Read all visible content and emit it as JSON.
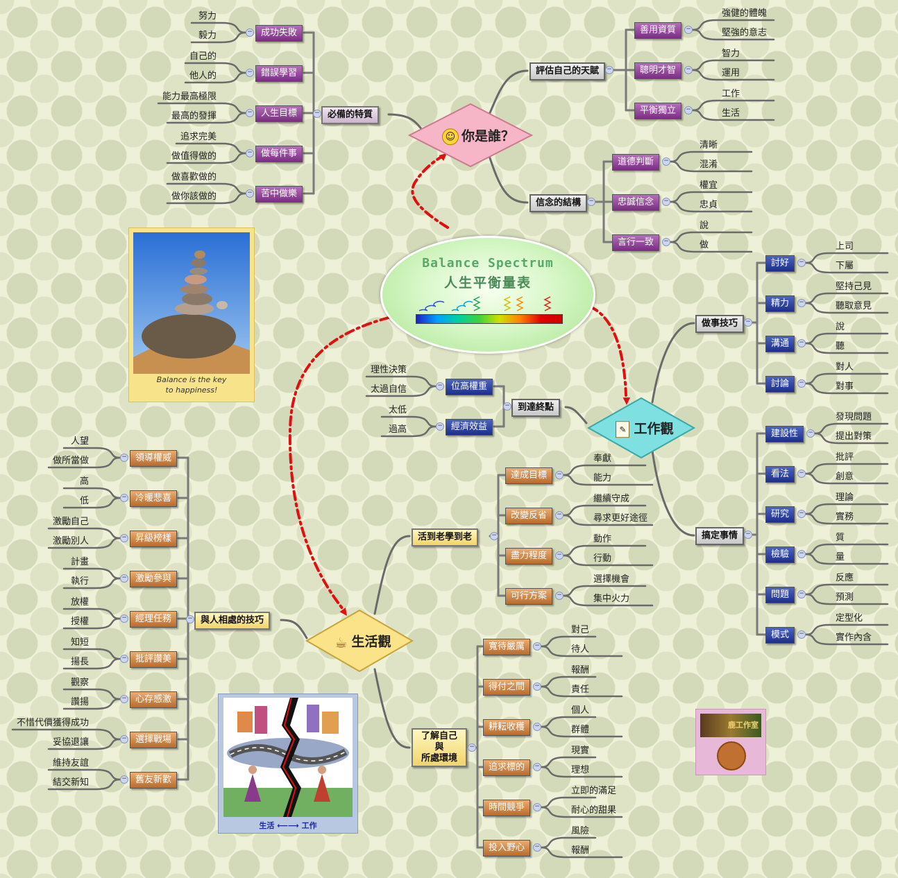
{
  "center": {
    "title_en": "Balance Spectrum",
    "title_zh": "人生平衡量表"
  },
  "main_nodes": {
    "who": "你是誰？",
    "work": "工作觀",
    "life": "生活觀"
  },
  "who": {
    "traits": {
      "label": "必備的特質",
      "groups": [
        {
          "label": "成功失敗",
          "leaves": [
            "努力",
            "毅力"
          ]
        },
        {
          "label": "錯誤學習",
          "leaves": [
            "自己的",
            "他人的"
          ]
        },
        {
          "label": "人生目標",
          "leaves": [
            "能力最高極限",
            "最高的發揮"
          ]
        },
        {
          "label": "做每件事",
          "leaves": [
            "追求完美",
            "做值得做的"
          ]
        },
        {
          "label": "苦中做樂",
          "leaves": [
            "做喜歡做的",
            "做你該做的"
          ]
        }
      ]
    },
    "talent": {
      "label": "評估自己的天賦",
      "groups": [
        {
          "label": "善用資質",
          "leaves": [
            "強健的體魄",
            "堅強的意志"
          ]
        },
        {
          "label": "聰明才智",
          "leaves": [
            "智力",
            "運用"
          ]
        },
        {
          "label": "平衡獨立",
          "leaves": [
            "工作",
            "生活"
          ]
        }
      ]
    },
    "belief": {
      "label": "信念的結構",
      "groups": [
        {
          "label": "道德判斷",
          "leaves": [
            "清晰",
            "混淆"
          ]
        },
        {
          "label": "忠誠信念",
          "leaves": [
            "權宜",
            "忠貞"
          ]
        },
        {
          "label": "言行一致",
          "leaves": [
            "說",
            "做"
          ]
        }
      ]
    }
  },
  "work": {
    "skills": {
      "label": "做事技巧",
      "groups": [
        {
          "label": "討好",
          "leaves": [
            "上司",
            "下屬"
          ]
        },
        {
          "label": "精力",
          "leaves": [
            "堅持己見",
            "聽取意見"
          ]
        },
        {
          "label": "溝通",
          "leaves": [
            "說",
            "聽"
          ]
        },
        {
          "label": "討論",
          "leaves": [
            "對人",
            "對事"
          ]
        }
      ]
    },
    "done": {
      "label": "搞定事情",
      "groups": [
        {
          "label": "建設性",
          "leaves": [
            "發現問題",
            "提出對策"
          ]
        },
        {
          "label": "看法",
          "leaves": [
            "批評",
            "創意"
          ]
        },
        {
          "label": "研究",
          "leaves": [
            "理論",
            "實務"
          ]
        },
        {
          "label": "檢驗",
          "leaves": [
            "質",
            "量"
          ]
        },
        {
          "label": "問題",
          "leaves": [
            "反應",
            "預測"
          ]
        },
        {
          "label": "模式",
          "leaves": [
            "定型化",
            "實作內含"
          ]
        }
      ]
    },
    "goal": {
      "label": "到達終點",
      "groups": [
        {
          "label": "位高權重",
          "leaves": [
            "理性決策",
            "太過自信"
          ]
        },
        {
          "label": "經濟效益",
          "leaves": [
            "太低",
            "過高"
          ]
        }
      ]
    }
  },
  "life": {
    "learn": {
      "label": "活到老學到老",
      "groups": [
        {
          "label": "達成目標",
          "leaves": [
            "奉獻",
            "能力"
          ]
        },
        {
          "label": "改變反省",
          "leaves": [
            "繼續守成",
            "尋求更好途徑"
          ]
        },
        {
          "label": "盡力程度",
          "leaves": [
            "動作",
            "行動"
          ]
        },
        {
          "label": "可行方案",
          "leaves": [
            "選擇機會",
            "集中火力"
          ]
        }
      ]
    },
    "env": {
      "label": "了解自己與所處環境",
      "lines": [
        "了解自己",
        "與",
        "所處環境"
      ],
      "groups": [
        {
          "label": "寬待嚴厲",
          "leaves": [
            "對己",
            "待人"
          ]
        },
        {
          "label": "得付之間",
          "leaves": [
            "報酬",
            "責任"
          ]
        },
        {
          "label": "耕耘收穫",
          "leaves": [
            "個人",
            "群體"
          ]
        },
        {
          "label": "追求標的",
          "leaves": [
            "現實",
            "理想"
          ]
        },
        {
          "label": "時間競爭",
          "leaves": [
            "立即的滿足",
            "耐心的甜果"
          ]
        },
        {
          "label": "投入野心",
          "leaves": [
            "風險",
            "報酬"
          ]
        }
      ]
    },
    "people": {
      "label": "與人相處的技巧",
      "groups": [
        {
          "label": "領導權威",
          "leaves": [
            "人望",
            "做所當做"
          ]
        },
        {
          "label": "冷暖悲喜",
          "leaves": [
            "高",
            "低"
          ]
        },
        {
          "label": "昇級榜樣",
          "leaves": [
            "激勵自己",
            "激勵別人"
          ]
        },
        {
          "label": "激勵參與",
          "leaves": [
            "計畫",
            "執行"
          ]
        },
        {
          "label": "經理任務",
          "leaves": [
            "放權",
            "授權"
          ]
        },
        {
          "label": "批評讚美",
          "leaves": [
            "知短",
            "揚長"
          ]
        },
        {
          "label": "心存感激",
          "leaves": [
            "觀察",
            "讚揚"
          ]
        },
        {
          "label": "選擇戰場",
          "leaves": [
            "不惜代價獲得成功",
            "妥協退讓"
          ]
        },
        {
          "label": "舊友新歡",
          "leaves": [
            "維持友誼",
            "結交新知"
          ]
        }
      ]
    }
  },
  "images": {
    "stones_caption_1": "Balance is the key",
    "stones_caption_2": "to happiness!",
    "bridge_caption": "生活 ⟵⟶ 工作",
    "logo_text": "鹿工作室"
  },
  "icons": {
    "who": "smiley-icon",
    "work": "notepad-icon",
    "life": "coffee-cup-icon"
  },
  "colors": {
    "who_fill": "#f7b6c7",
    "work_fill": "#7ee0e0",
    "life_fill": "#fbe38a",
    "arrow": "#e01010"
  }
}
